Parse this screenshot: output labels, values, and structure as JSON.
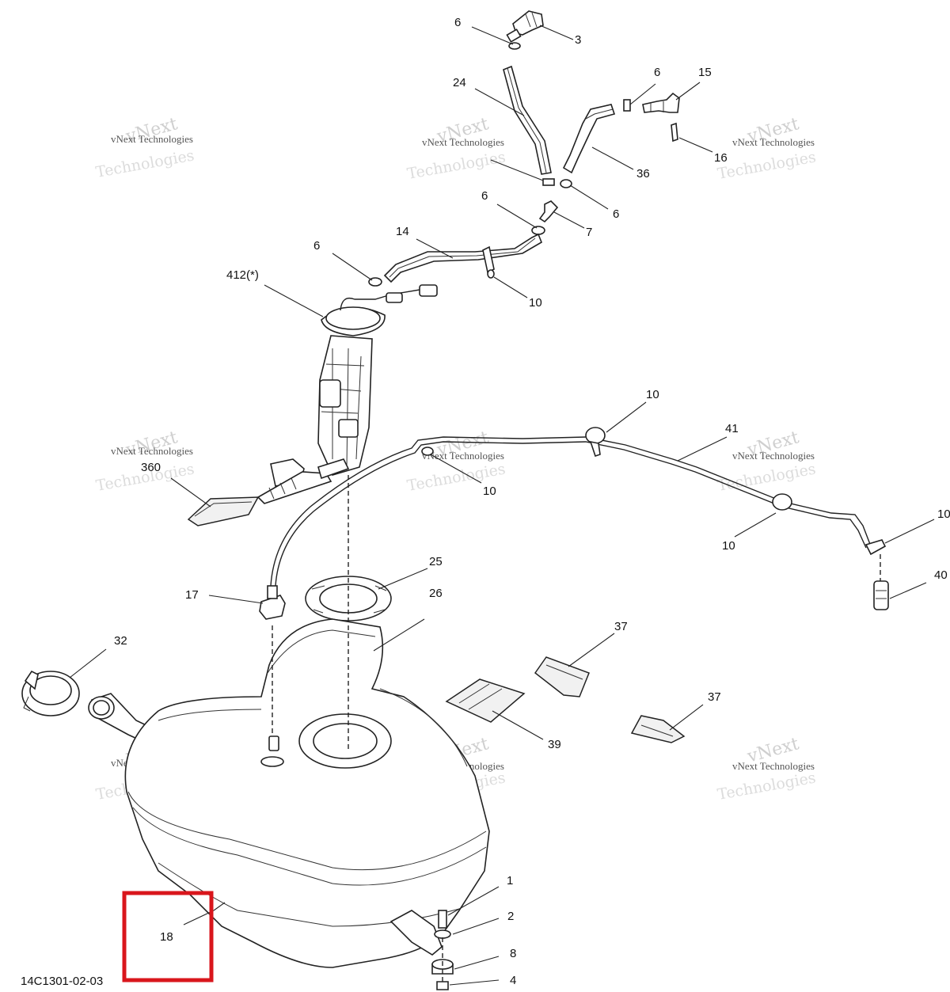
{
  "diagram": {
    "drawing_code": "14C1301-02-03",
    "watermark": {
      "line1": "vNext",
      "line2": "vNext Technologies",
      "line3": "Technologies"
    },
    "highlight_color": "#d9161c",
    "callouts": {
      "p1": "1",
      "p2": "2",
      "p3": "3",
      "p4": "4",
      "p6a": "6",
      "p6b": "6",
      "p6c": "6",
      "p6d": "6",
      "p6e": "6",
      "p7": "7",
      "p8": "8",
      "p10a": "10",
      "p10b": "10",
      "p10c": "10",
      "p10d": "10",
      "p10e": "10",
      "p14": "14",
      "p15": "15",
      "p16": "16",
      "p17": "17",
      "p18": "18",
      "p24": "24",
      "p25": "25",
      "p26": "26",
      "p32": "32",
      "p36": "36",
      "p37a": "37",
      "p37b": "37",
      "p39": "39",
      "p40": "40",
      "p41": "41",
      "p360": "360",
      "p412": "412(*)"
    }
  }
}
